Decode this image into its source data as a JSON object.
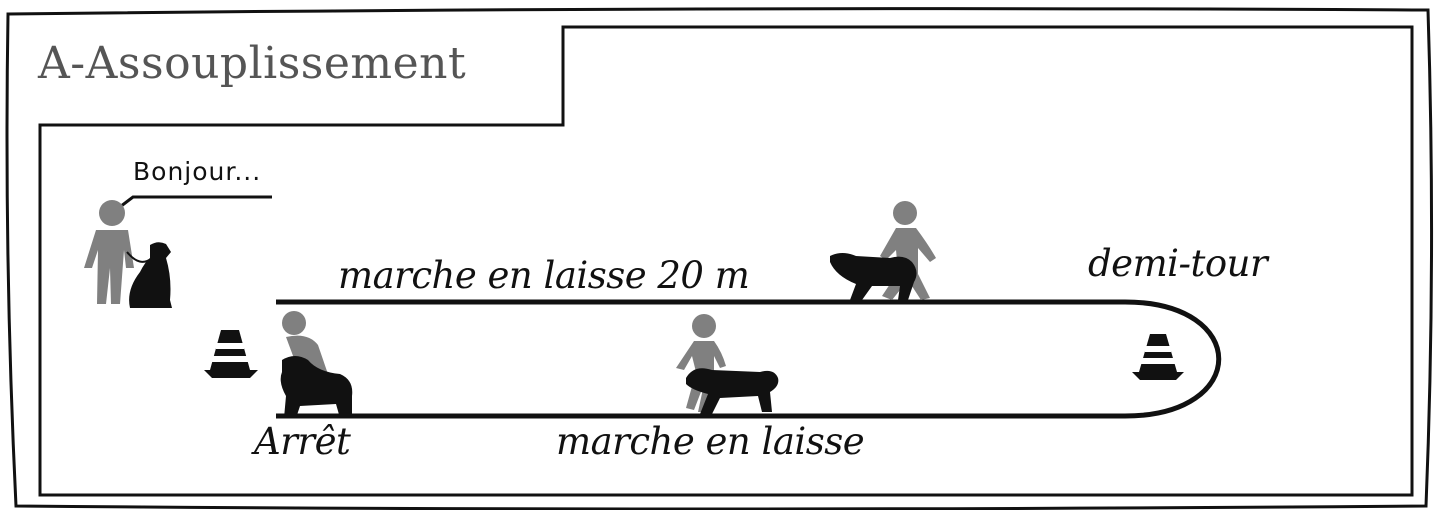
{
  "title": "A-Assouplissement",
  "speech_bubble": "Bonjour...",
  "labels": {
    "top_path": "marche en laisse 20 m",
    "turn": "demi-tour",
    "stop": "Arrêt",
    "bottom_path": "marche en  laisse"
  },
  "colors": {
    "figure_gray": "#808080",
    "dog_black": "#111111",
    "outline": "#111111",
    "title_gray": "#555555"
  },
  "icons": [
    "person-icon",
    "dog-icon",
    "traffic-cone-icon"
  ]
}
